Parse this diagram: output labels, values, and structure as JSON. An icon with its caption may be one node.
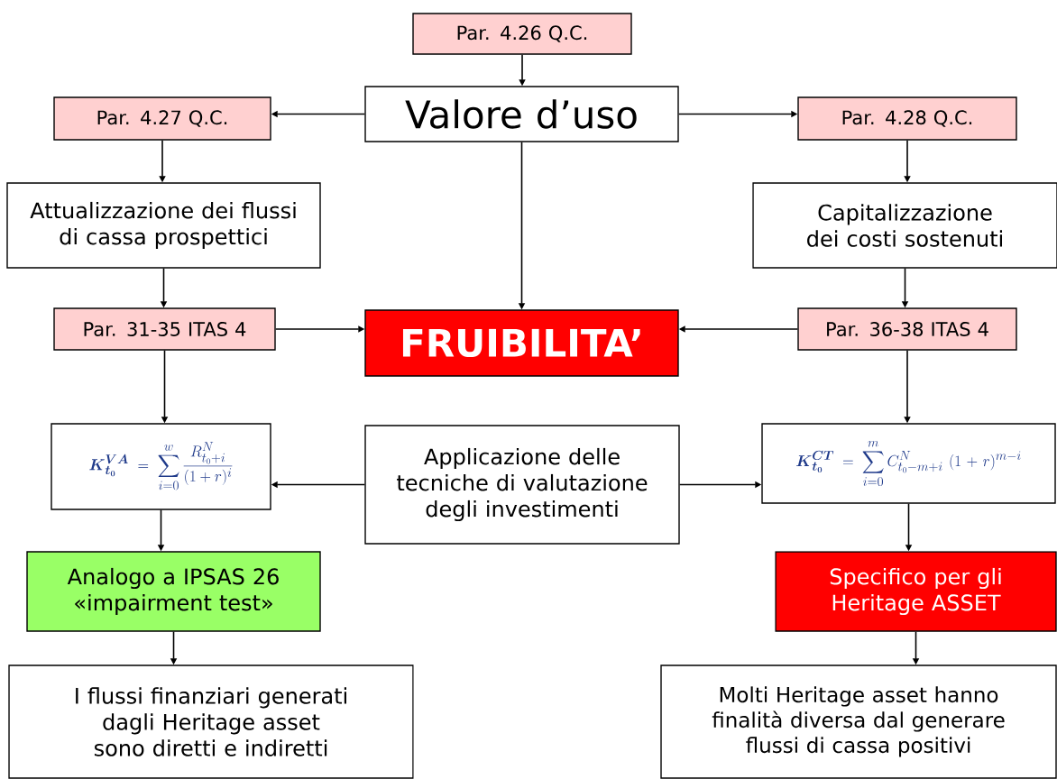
{
  "diagram": {
    "nodes": [
      {
        "text": [
          "Par. 4.26  Q.C."
        ]
      },
      {
        "text": [
          "Valore d’uso"
        ]
      },
      {
        "text": [
          "Par. 4.27  Q.C."
        ]
      },
      {
        "text": [
          "Par. 4.28  Q.C."
        ]
      },
      {
        "text": [
          "Attualizzazione dei flussi di cassa prospettici"
        ]
      },
      {
        "text": [
          "Capitalizzazione dei costi sostenuti"
        ]
      },
      {
        "text": [
          "Par. 31-35 ITAS 4"
        ]
      },
      {
        "text": [
          "FRUIBILITA’"
        ]
      },
      {
        "text": [
          "Par. 36-38 ITAS 4"
        ]
      },
      {
        "text": [
          "\\boldsymbol{K}_{\\boldsymbol{t_0}}^{\\boldsymbol{VA}} = \\sum_{i=0}^{w} \\frac{R_{t_0+i}^{N}}{(1+r)^{i}}"
        ]
      },
      {
        "text": [
          "Applicazione delle tecniche di valutazione degli investimenti"
        ]
      },
      {
        "text": [
          "\\boldsymbol{K}_{\\boldsymbol{t_0}}^{\\boldsymbol{CT}} = \\sum_{i=0}^{m} C_{t_0-m+i}^{N}\\ (1+r)^{m-i}"
        ]
      },
      {
        "text": [
          "Analogo a IPSAS 26 «impairment test»"
        ]
      },
      {
        "text": [
          "Specifico per gli Heritage ASSET"
        ]
      },
      {
        "text": [
          "I flussi finanziari generati dagli Heritage asset sono diretti e indiretti"
        ]
      },
      {
        "text": [
          "Molti Heritage asset hanno finalità diversa dal generare flussi di cassa positivi"
        ]
      }
    ],
    "edges": [
      {
        "from": 0,
        "to": 1,
        "arrow": "to"
      },
      {
        "from": 1,
        "to": 2,
        "arrow": "to"
      },
      {
        "from": 1,
        "to": 3,
        "arrow": "to"
      },
      {
        "from": 1,
        "to": 7,
        "arrow": "to"
      },
      {
        "from": 2,
        "to": 4,
        "arrow": "to"
      },
      {
        "from": 3,
        "to": 5,
        "arrow": "to"
      },
      {
        "from": 4,
        "to": 6,
        "arrow": "to"
      },
      {
        "from": 5,
        "to": 8,
        "arrow": "to"
      },
      {
        "from": 6,
        "to": 7,
        "arrow": "to"
      },
      {
        "from": 8,
        "to": 7,
        "arrow": "to"
      },
      {
        "from": 6,
        "to": 9,
        "arrow": "to"
      },
      {
        "from": 8,
        "to": 11,
        "arrow": "to"
      },
      {
        "from": 10,
        "to": 9,
        "arrow": "to"
      },
      {
        "from": 10,
        "to": 11,
        "arrow": "to"
      },
      {
        "from": 9,
        "to": 12,
        "arrow": "to"
      },
      {
        "from": 11,
        "to": 13,
        "arrow": "to"
      },
      {
        "from": 12,
        "to": 14,
        "arrow": "to"
      },
      {
        "from": 13,
        "to": 15,
        "arrow": "to"
      }
    ]
  }
}
